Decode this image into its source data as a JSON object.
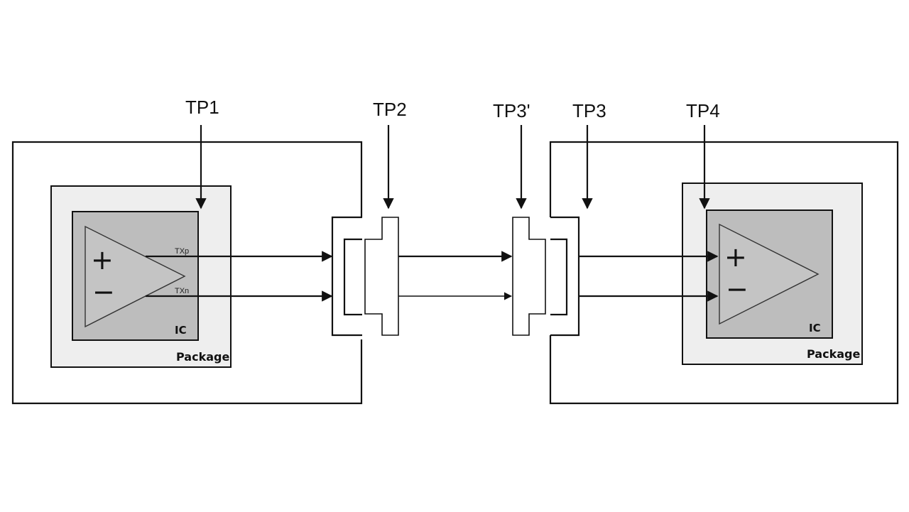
{
  "diagram": {
    "test_points": {
      "tp1": "TP1",
      "tp2": "TP2",
      "tp3_prime": "TP3'",
      "tp3": "TP3",
      "tp4": "TP4"
    },
    "left_device": {
      "package_label": "Package",
      "ic_label": "IC",
      "signal_p": "TXp",
      "signal_n": "TXn",
      "plus_symbol": "+",
      "minus_symbol": "−"
    },
    "right_device": {
      "package_label": "Package",
      "ic_label": "IC",
      "plus_symbol": "+",
      "minus_symbol": "−"
    },
    "colors": {
      "package_fill": "#eeeeee",
      "ic_fill": "#bdbdbd",
      "triangle_fill": "#c4c4c4",
      "line": "#111111",
      "background": "#ffffff"
    }
  }
}
